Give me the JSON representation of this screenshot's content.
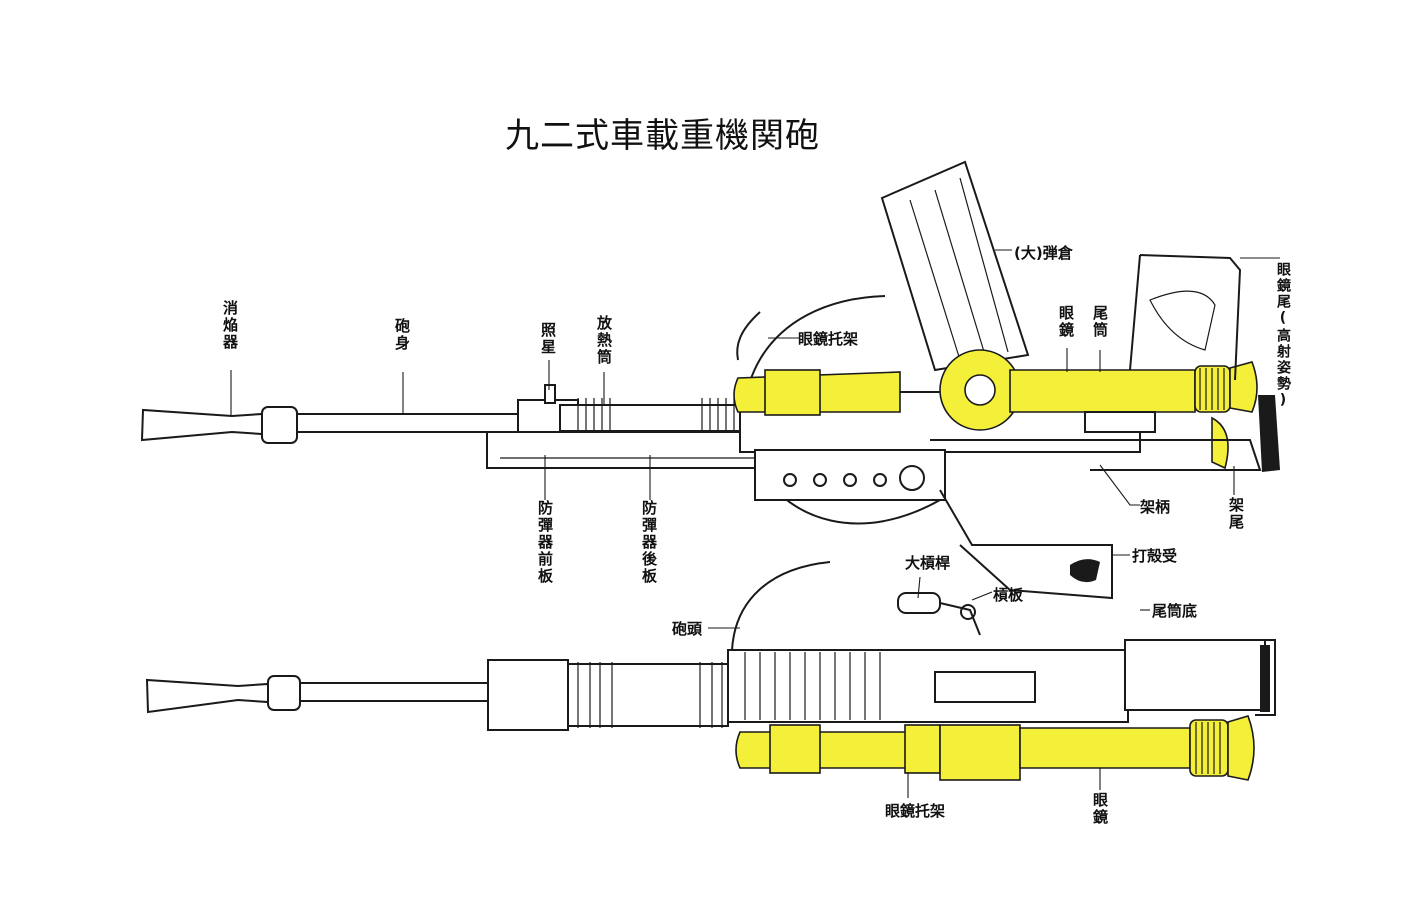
{
  "title": "九二式車載重機関砲",
  "colors": {
    "highlight": "#f4f03a",
    "ink": "#1a1a1a",
    "background": "#ffffff"
  },
  "labels": {
    "flash_hider": "消焔器",
    "barrel": "砲身",
    "front_sight": "照星",
    "cooling_tube": "放熱筒",
    "sight_mount_top": "眼鏡托架",
    "magazine": "(大)弾倉",
    "sight_top": "眼鏡",
    "receiver_tail": "尾筒",
    "sight_rear": "眼鏡尾(高射姿勢)",
    "front_guard_plate": "防彈器前板",
    "rear_guard_plate": "防彈器後板",
    "mount_arm": "架柄",
    "mount_tail": "架尾",
    "casing_catcher": "打殻受",
    "cocking_handle": "大槓桿",
    "lever": "槓板",
    "gun_head": "砲頭",
    "bottom_tail": "尾筒底",
    "sight_mount_bottom": "眼鏡托架",
    "sight_bottom": "眼鏡"
  }
}
